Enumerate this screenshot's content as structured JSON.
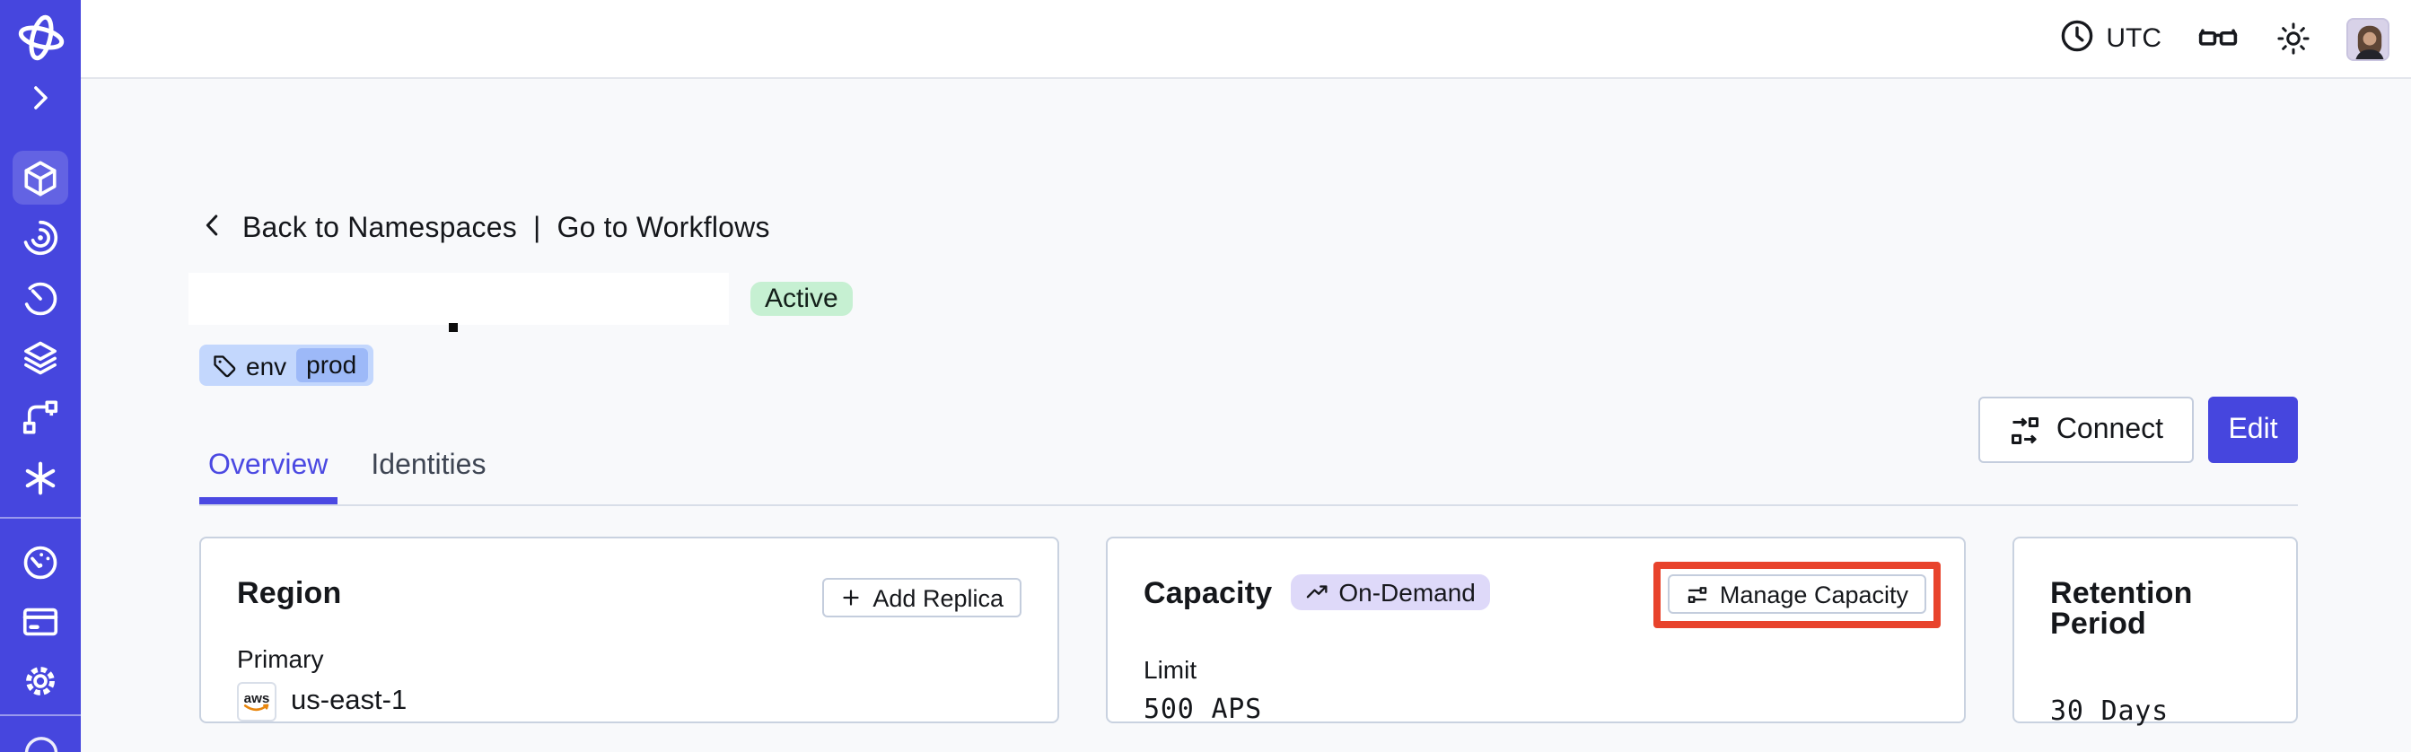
{
  "topbar": {
    "timezone": "UTC"
  },
  "header": {
    "back": "Back to Namespaces",
    "separator": "|",
    "go_workflows": "Go to Workflows",
    "status": "Active",
    "tag_key": "env",
    "tag_value": "prod",
    "connect": "Connect",
    "edit": "Edit"
  },
  "tabs": {
    "overview": "Overview",
    "identities": "Identities"
  },
  "cards": {
    "region": {
      "title": "Region",
      "add_replica": "Add Replica",
      "label": "Primary",
      "provider": "aws",
      "value": "us-east-1"
    },
    "capacity": {
      "title": "Capacity",
      "badge": "On-Demand",
      "manage": "Manage Capacity",
      "label": "Limit",
      "value": "500 APS"
    },
    "retention": {
      "title": "Retention Period",
      "value": "30 Days"
    }
  },
  "sidebar": {
    "items": [
      {
        "icon": "temporal-logo-icon"
      },
      {
        "icon": "expand-chevron-icon"
      },
      {
        "icon": "namespaces-cube-icon",
        "active": true
      },
      {
        "icon": "workflows-spiral-icon"
      },
      {
        "icon": "schedules-clock-icon"
      },
      {
        "icon": "deployments-layers-icon"
      },
      {
        "icon": "nexus-branch-icon"
      },
      {
        "icon": "batch-asterisk-icon"
      },
      {
        "icon": "usage-gauge-icon"
      },
      {
        "icon": "billing-card-icon"
      },
      {
        "icon": "settings-gear-icon"
      },
      {
        "icon": "account-circle-icon"
      }
    ]
  },
  "icons": {
    "clock-icon": "clock",
    "glasses-icon": "glasses",
    "sun-icon": "brightness",
    "back-chevron-icon": "chevron-left",
    "tag-icon": "price-tag",
    "plus-icon": "+",
    "trending-up-icon": "trend-arrow",
    "connect-flow-icon": "flow",
    "sliders-icon": "sliders"
  },
  "colors": {
    "accent": "#4646DE",
    "annotation_red": "#E8432C",
    "status_green_bg": "#C6F0D2",
    "tag_blue_bg": "#C3D7FD",
    "tag_value_bg": "#9DB9F8",
    "ondemand_lavender_bg": "#DED9F9",
    "aws_orange": "#E8860E"
  }
}
